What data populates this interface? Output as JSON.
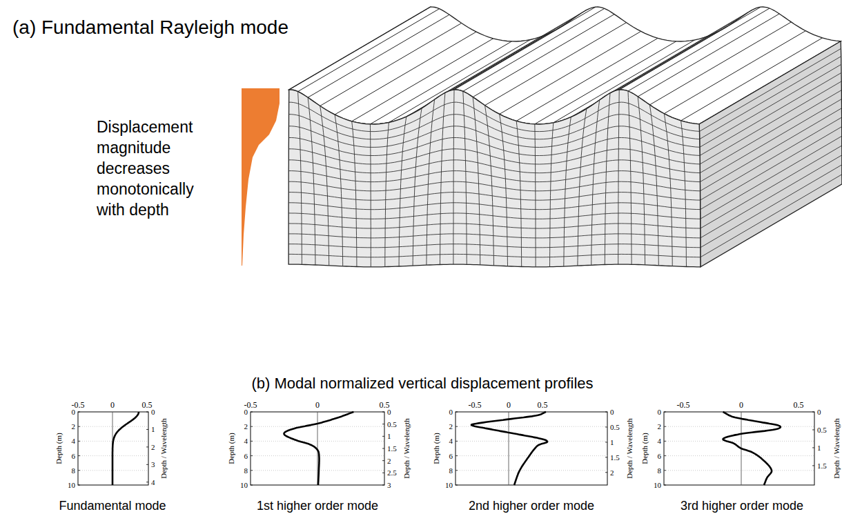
{
  "diagram": {
    "title": "(a) Fundamental Rayleigh mode",
    "labels": [
      "Displacement magnitude decreases monotonically with depth",
      "(b) Modal normalized vertical displacement profiles",
      "-0.5",
      "0",
      "0.5",
      "0",
      "2",
      "4",
      "6",
      "8",
      "10",
      "Depth (m)",
      "0",
      "1",
      "2",
      "3",
      "4",
      "Depth / Wavelength",
      "Fundamental mode",
      "-0.5",
      "0",
      "0.5",
      "0",
      "2",
      "4",
      "6",
      "8",
      "10",
      "Depth (m)",
      "0",
      "0.5",
      "1",
      "1.5",
      "2",
      "2.5",
      "3",
      "Depth / Wavelength",
      "1st higher order mode",
      "-0.5",
      "0",
      "0.5",
      "0",
      "2",
      "4",
      "6",
      "8",
      "10",
      "Depth (m)",
      "0",
      "0.5",
      "1",
      "1.5",
      "2",
      "Depth / Wavelength",
      "2nd higher order mode",
      "-0.5",
      "0",
      "0.5",
      "0",
      "2",
      "4",
      "6",
      "8",
      "10",
      "Depth (m)",
      "0",
      "0.5",
      "1",
      "1.5",
      "Depth / Wavelength",
      "3rd higher order mode"
    ]
  }
}
